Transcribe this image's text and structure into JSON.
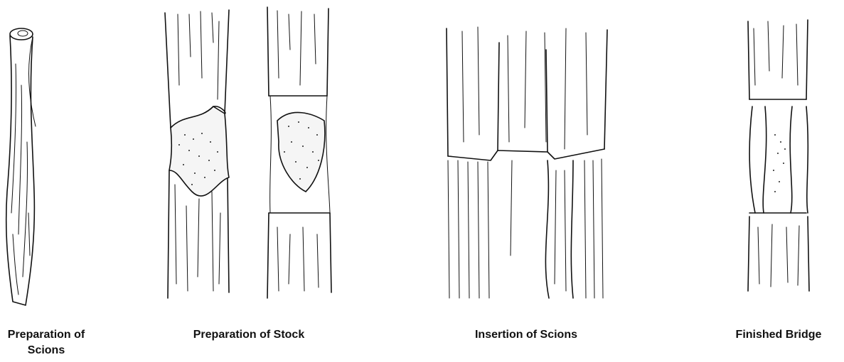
{
  "figure": {
    "panels": [
      {
        "id": "scions",
        "caption_line1": "Preparation of",
        "caption_line2": "Scions"
      },
      {
        "id": "stock",
        "caption": "Preparation of Stock"
      },
      {
        "id": "insertion",
        "caption": "Insertion of Scions"
      },
      {
        "id": "bridge",
        "caption": "Finished Bridge"
      }
    ]
  }
}
